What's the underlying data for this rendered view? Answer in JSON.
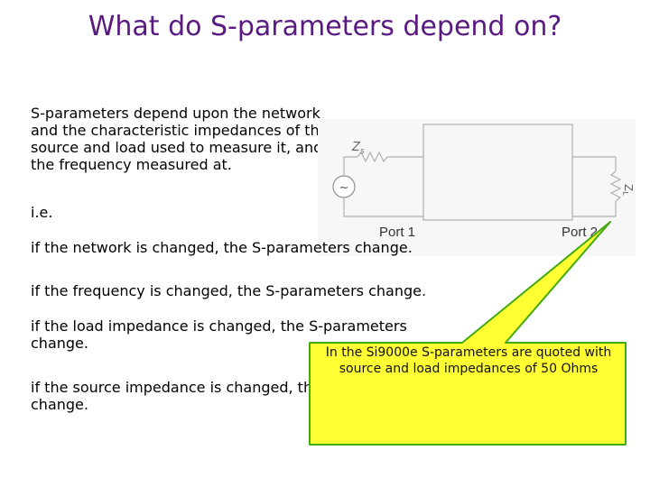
{
  "slide": {
    "title": "What do S-parameters depend on?",
    "intro": [
      "S-parameters depend upon the network",
      "and the characteristic impedances of the",
      "source and load used to measure it, and",
      "the frequency measured at."
    ],
    "ie": "i.e.",
    "bullets": [
      "if the network is changed, the S-parameters change.",
      "if the frequency is changed, the S-parameters change.",
      "if the load impedance is changed, the S-parameters",
      "change.",
      "if the source impedance is changed, the S-parameters",
      "change."
    ],
    "callout": [
      "In the Si9000e S-parameters are quoted with",
      "source and load impedances of 50 Ohms"
    ]
  },
  "diagram": {
    "zs_label": "Z",
    "zs_sub": "s",
    "zl_label": "Z",
    "zl_sub": "L",
    "source_symbol": "~",
    "port1": "Port 1",
    "port2": "Port 2"
  },
  "colors": {
    "title": "#5a1a82",
    "callout_fill": "#ffff33",
    "callout_border": "#44aa11",
    "diagram_bg": "#f7f7f7"
  }
}
